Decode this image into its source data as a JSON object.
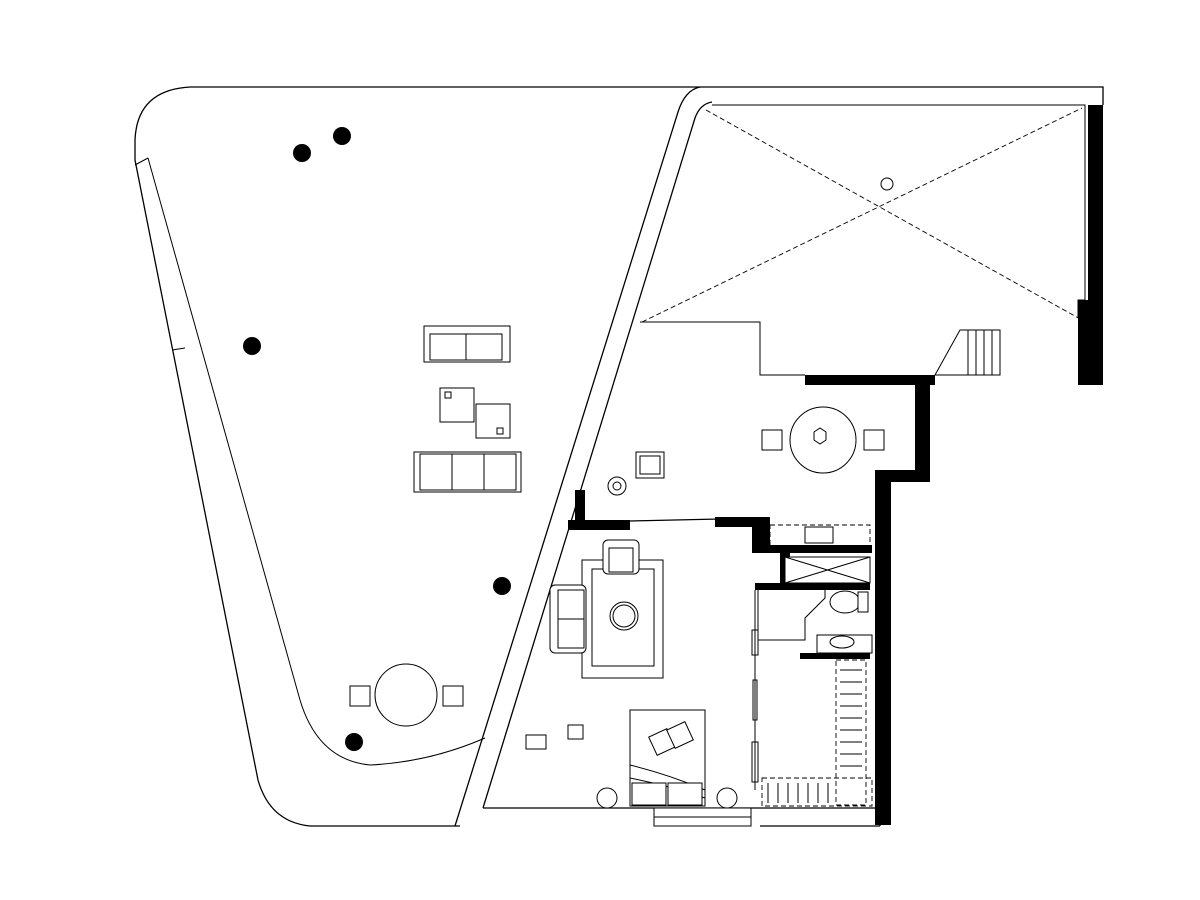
{
  "plan": {
    "title": "",
    "colors": {
      "line": "#000000",
      "background": "#ffffff",
      "wall_fill": "#000000"
    },
    "rooms": [
      "garden",
      "roof-void",
      "dining-area",
      "living-bedroom",
      "kitchen",
      "bathroom",
      "closet",
      "stair"
    ]
  }
}
